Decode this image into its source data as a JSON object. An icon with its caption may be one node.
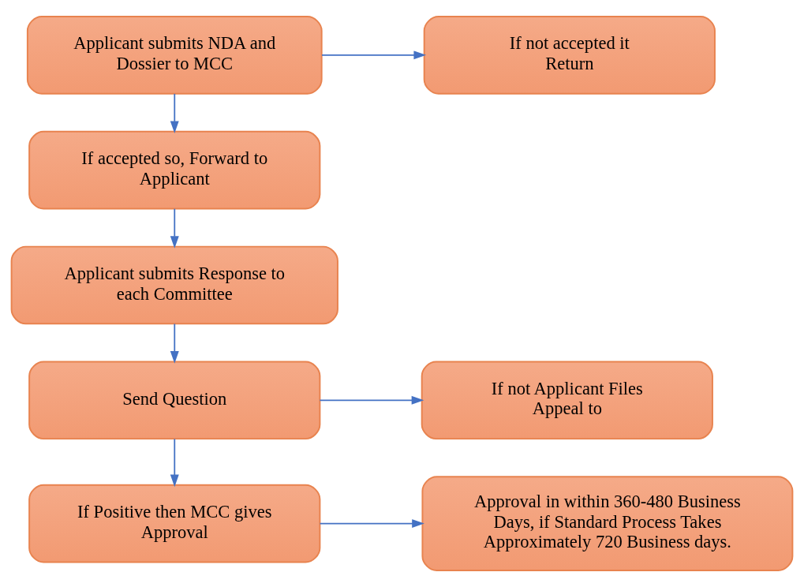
{
  "diagram": {
    "nodes": [
      {
        "text": [
          "Applicant submits NDA and Dossier to MCC"
        ]
      },
      {
        "text": [
          "If not accepted it Return"
        ]
      },
      {
        "text": [
          "If accepted so, Forward to Applicant"
        ]
      },
      {
        "text": [
          "Applicant submits Response to each Committee"
        ]
      },
      {
        "text": [
          "Send Question"
        ]
      },
      {
        "text": [
          "If not Applicant Files Appeal to"
        ]
      },
      {
        "text": [
          "If Positive then MCC gives Approval"
        ]
      },
      {
        "text": [
          "Approval in within 360-480 Business Days, if Standard Process Takes Approximately 720 Business days."
        ]
      }
    ],
    "edges": [
      {
        "from": 0,
        "to": 1,
        "arrow": "to"
      },
      {
        "from": 0,
        "to": 2,
        "arrow": "to"
      },
      {
        "from": 2,
        "to": 3,
        "arrow": "to"
      },
      {
        "from": 3,
        "to": 4,
        "arrow": "to"
      },
      {
        "from": 4,
        "to": 5,
        "arrow": "to"
      },
      {
        "from": 4,
        "to": 6,
        "arrow": "to"
      },
      {
        "from": 6,
        "to": 7,
        "arrow": "to"
      }
    ]
  }
}
